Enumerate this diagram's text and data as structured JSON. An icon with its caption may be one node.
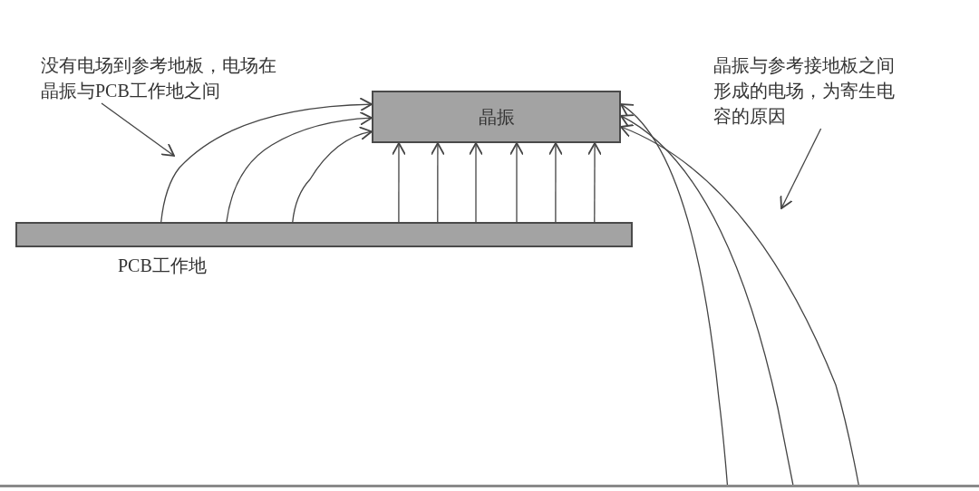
{
  "diagram": {
    "nodes": [
      {
        "text": [
          "没有电场到参考地板，电场在晶振与PCB工作地之间"
        ]
      },
      {
        "text": [
          "晶振与参考接地板之间形成的电场，为寄生电容的原因"
        ]
      },
      {
        "text": [
          "晶振"
        ]
      },
      {
        "text": [
          "PCB工作地"
        ]
      },
      {
        "text": [],
        "shape": "bar"
      }
    ],
    "edges": [
      {
        "from": 3,
        "to": 2,
        "arrow": "to"
      },
      {
        "from": 3,
        "to": 2,
        "arrow": "to"
      },
      {
        "from": 3,
        "to": 2,
        "arrow": "to"
      },
      {
        "from": 3,
        "to": 2,
        "arrow": "to"
      },
      {
        "from": 3,
        "to": 2,
        "arrow": "to"
      },
      {
        "from": 3,
        "to": 2,
        "arrow": "to"
      },
      {
        "from": 3,
        "to": 2,
        "arrow": "to"
      },
      {
        "from": 3,
        "to": 2,
        "arrow": "to"
      },
      {
        "from": 3,
        "to": 2,
        "arrow": "to"
      },
      {
        "from": 4,
        "to": 2,
        "arrow": "to"
      },
      {
        "from": 4,
        "to": 2,
        "arrow": "to"
      },
      {
        "from": 4,
        "to": 2,
        "arrow": "to"
      },
      {
        "from": 0,
        "to": null,
        "arrow": "to"
      },
      {
        "from": 1,
        "to": null,
        "arrow": "to"
      }
    ]
  }
}
